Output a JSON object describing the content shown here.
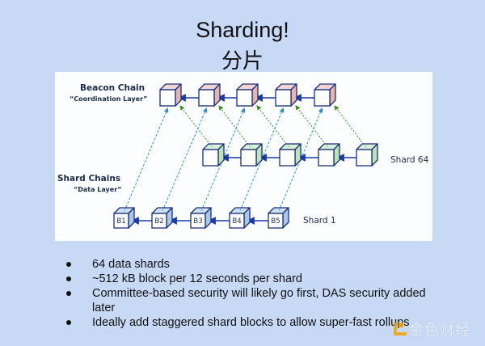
{
  "slide": {
    "title": "Sharding!",
    "subtitle_zh": "分片"
  },
  "diagram": {
    "labels": {
      "beacon_chain": "Beacon Chain",
      "beacon_chain_sub": "“Coordination Layer”",
      "shard_chains": "Shard Chains",
      "shard_chains_sub": "“Data Layer”",
      "shard_64": "Shard 64",
      "shard_1": "Shard 1"
    },
    "beacon_blocks": [
      "",
      "",
      "",
      "",
      ""
    ],
    "shard64_blocks": [
      "",
      "",
      "",
      "",
      ""
    ],
    "shard1_blocks": [
      "B1",
      "B2",
      "B3",
      "B4",
      "B5"
    ],
    "colors": {
      "outline": "#1a2f7a",
      "beacon_side": "#e8b4b0",
      "shard64_side": "#bfe3b8",
      "shard1_side": "#a9c8ec",
      "shard1_link": "#2a8fd4",
      "shard64_link": "#3d8a1f",
      "chain_arrow": "#1a3aa8"
    }
  },
  "bullets": [
    "64 data shards",
    "~512 kB block per 12 seconds per shard",
    "Committee-based security will likely go first, DAS security added later",
    "Ideally add staggered shard blocks to allow super-fast rollups"
  ],
  "watermark": {
    "text": "金色财经"
  }
}
